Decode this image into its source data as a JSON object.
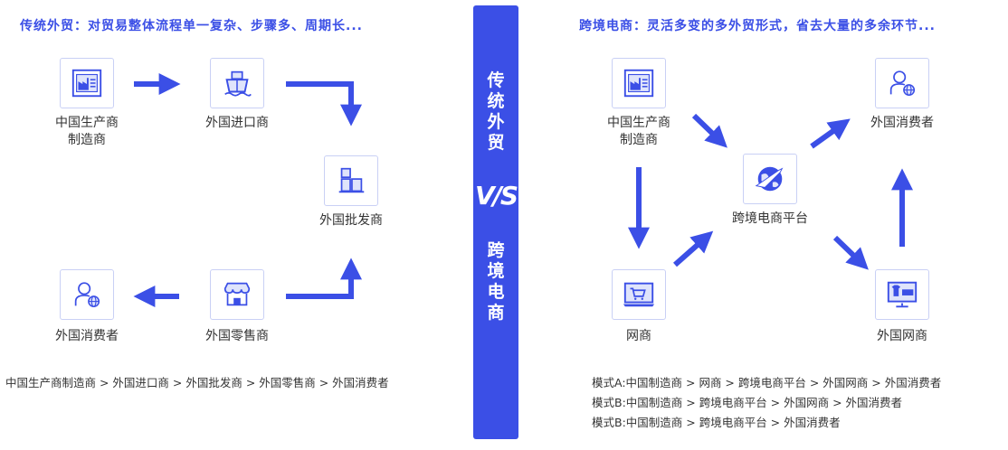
{
  "left": {
    "heading": "传统外贸：对贸易整体流程单一复杂、步骤多、周期长...",
    "nodes": {
      "maker": {
        "label_1": "中国生产商",
        "label_2": "制造商",
        "icon": "factory-icon"
      },
      "importer": {
        "label": "外国进口商",
        "icon": "ship-icon"
      },
      "wholesaler": {
        "label": "外国批发商",
        "icon": "warehouse-boxes-icon"
      },
      "retailer": {
        "label": "外国零售商",
        "icon": "store-icon"
      },
      "consumer": {
        "label": "外国消费者",
        "icon": "consumer-globe-icon"
      }
    },
    "flow": "中国生产商制造商 > 外国进口商 > 外国批发商 > 外国零售商 > 外国消费者"
  },
  "center": {
    "top_chars": [
      "传",
      "统",
      "外",
      "贸"
    ],
    "vs": "V/S",
    "bottom_chars": [
      "跨",
      "境",
      "电",
      "商"
    ]
  },
  "right": {
    "heading": "跨境电商：灵活多变的多外贸形式，省去大量的多余环节...",
    "nodes": {
      "maker": {
        "label_1": "中国生产商",
        "label_2": "制造商",
        "icon": "factory-icon"
      },
      "consumer": {
        "label": "外国消费者",
        "icon": "consumer-globe-icon"
      },
      "platform": {
        "label": "跨境电商平台",
        "icon": "globe-plane-icon"
      },
      "shop": {
        "label": "网商",
        "icon": "online-store-icon"
      },
      "foreign_shop": {
        "label": "外国网商",
        "icon": "sale-monitor-icon"
      }
    },
    "modes": [
      "模式A:中国制造商 > 网商 > 跨境电商平台 > 外国网商 > 外国消费者",
      "模式B:中国制造商 > 跨境电商平台 > 外国网商 > 外国消费者",
      "模式B:中国制造商 > 跨境电商平台 > 外国消费者"
    ]
  },
  "colors": {
    "accent": "#3b4fe6",
    "border": "#c9d0f5",
    "text": "#333333"
  }
}
